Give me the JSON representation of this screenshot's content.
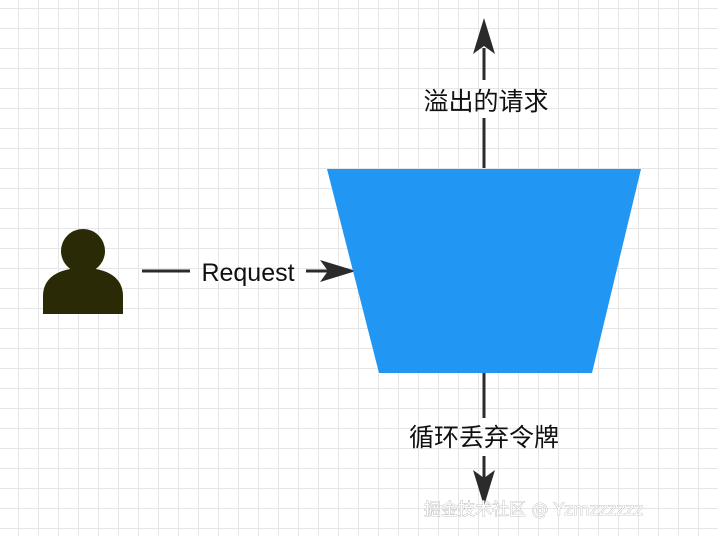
{
  "diagram": {
    "request_label": "Request",
    "overflow_label": "溢出的请求",
    "discard_label": "循环丢弃令牌",
    "watermark": "掘金技术社区 @ Yzmzzzzzz"
  },
  "colors": {
    "bucket": "#2196F3",
    "arrow": "#2b2b2b",
    "user": "#2a2a06"
  },
  "icons": {
    "user": "user-icon"
  }
}
